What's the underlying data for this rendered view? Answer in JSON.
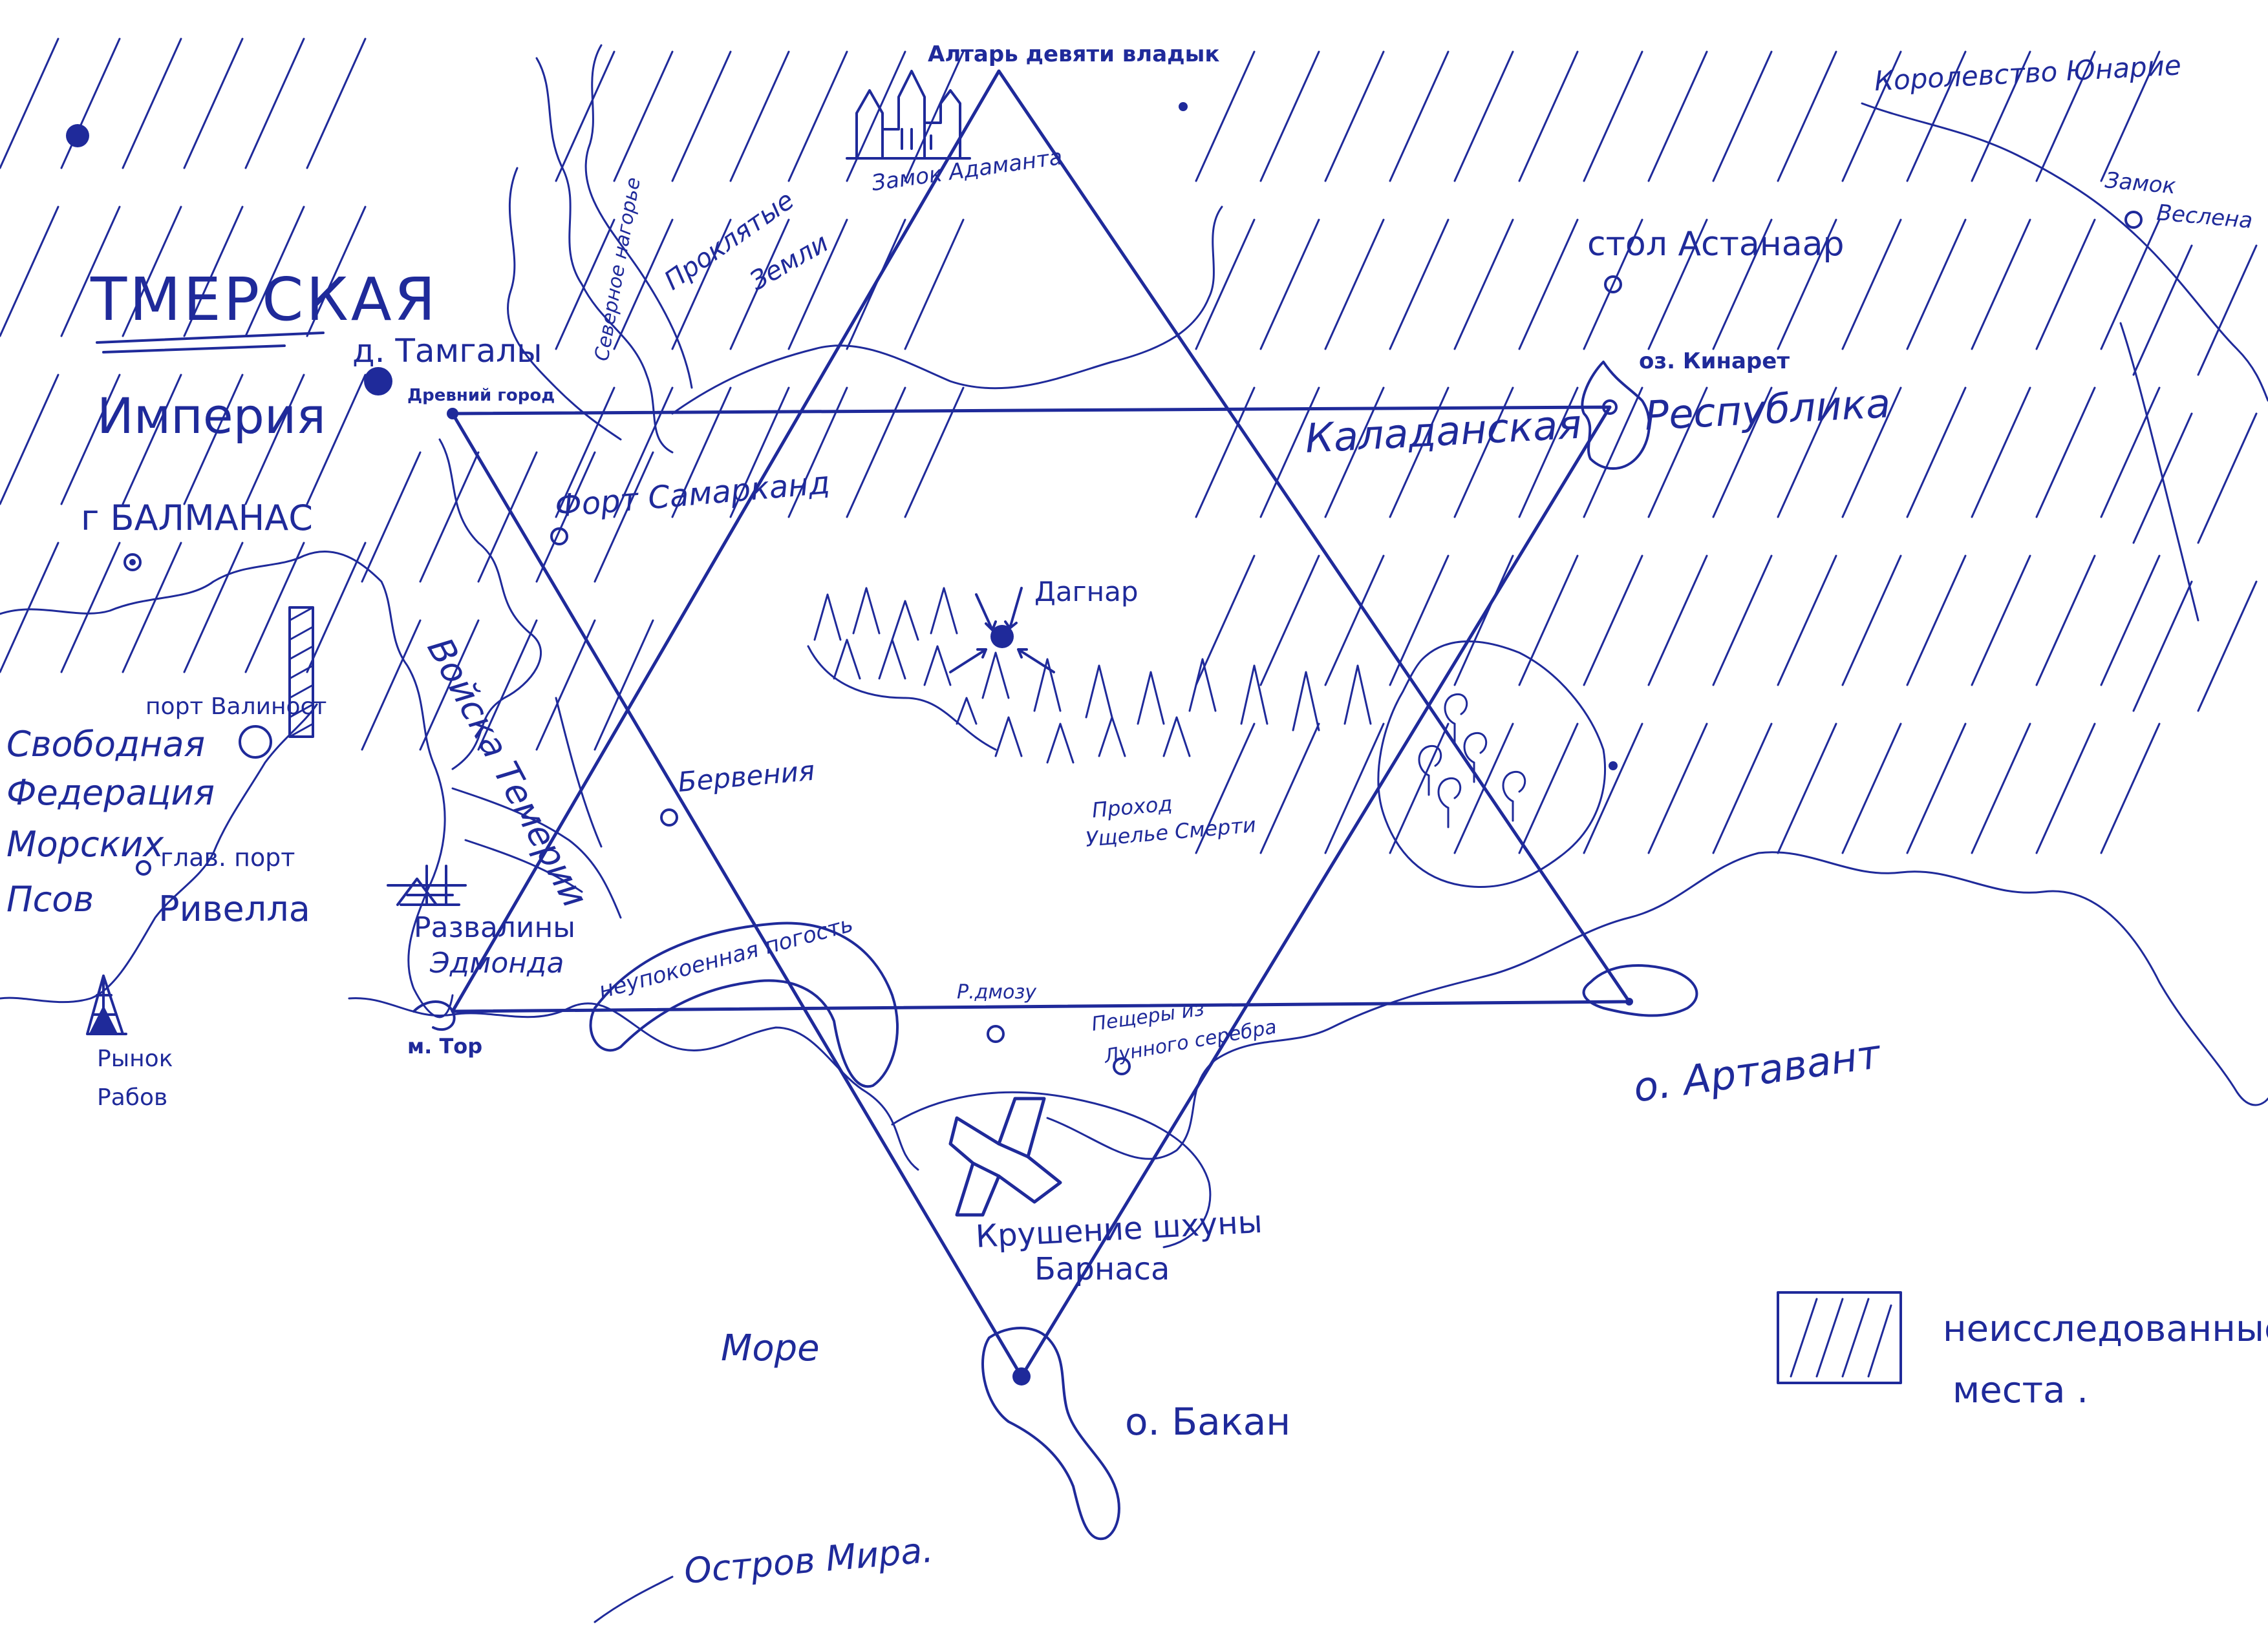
{
  "theme": {
    "ink": "#1f2a9a",
    "paper": "#ffffff"
  },
  "labels": {
    "empire_name_1": "ТМЕРСКАЯ",
    "empire_name_2": "Империя",
    "village_tamgaly": "д. Тамгалы",
    "ancient_city": "Древний город",
    "city_balmanas": "г БАЛМАНАС",
    "altar": "Алтарь девяти владык",
    "castle_adamanta": "Замок Адаманта",
    "cursed_lands_1": "Проклятые",
    "cursed_lands_2": "Земли",
    "northern_highlands": "Северное нагорье",
    "kingdom_yunarie": "Королевство Юнарие",
    "castle_veslena_1": "Замок",
    "castle_veslena_2": "Веслена",
    "capital_astanaar": "стол Астанаар",
    "lake_kinaret": "оз. Кинарет",
    "republic_1": "Каладанская",
    "republic_2": "Республика",
    "fort_samarkand": "Форт Самарканд",
    "dagnar": "Дагнар",
    "army": "Войска Темерии",
    "bervenia": "Бервения",
    "pass_1": "Проход",
    "pass_2": "Ущелье Смерти",
    "port_valinost": "порт Валиност",
    "federation_1": "Свободная",
    "federation_2": "Федерация",
    "federation_3": "Морских",
    "federation_4": "Псов",
    "main_port": "глав. порт",
    "rivella": "Ривелла",
    "ruins_1": "Развалины",
    "ruins_2": "Эдмонда",
    "slave_market_1": "Рынок",
    "slave_market_2": "Рабов",
    "cape_tor": "м. Тор",
    "graveyard": "неупокоенная погость",
    "town_dmozu": "Р.дмозу",
    "caves_1": "Пещеры из",
    "caves_2": "Лунного серебра",
    "island_artavant": "о. Артавант",
    "shipwreck_1": "Крушение шхуны",
    "shipwreck_2": "Барнаса",
    "sea": "Море",
    "island_bakan": "о. Бакан",
    "island_mira": "Остров Мира.",
    "legend_1": "неисследованные",
    "legend_2": "места ."
  }
}
